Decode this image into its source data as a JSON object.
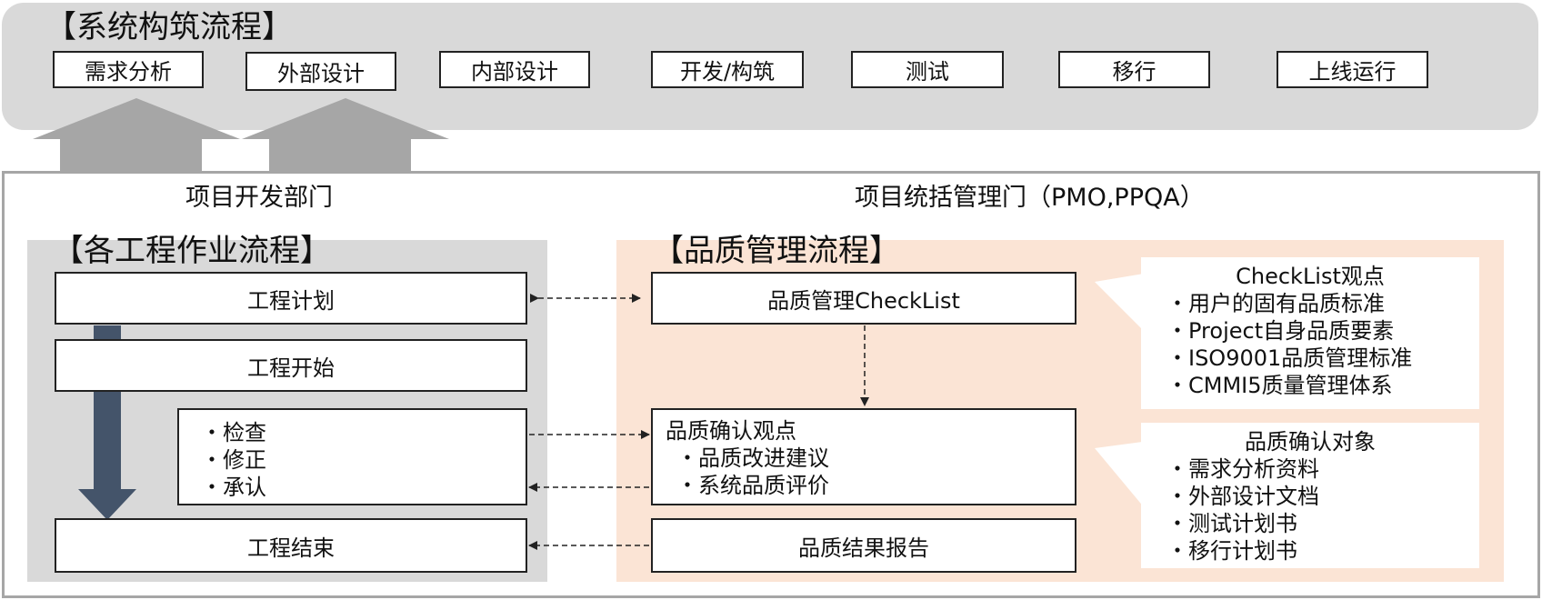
{
  "top": {
    "title": "【系统构筑流程】",
    "stages": [
      "需求分析",
      "外部设计",
      "内部设计",
      "开发/构筑",
      "测试",
      "移行",
      "上线运行"
    ]
  },
  "departments": {
    "dev": "项目开发部门",
    "pmo": "项目统括管理门（PMO,PPQA）"
  },
  "left": {
    "title": "【各工程作业流程】",
    "plan": "工程计划",
    "start": "工程开始",
    "check_items": [
      "・检查",
      "・修正",
      "・承认"
    ],
    "end": "工程结束"
  },
  "right": {
    "title": "【品质管理流程】",
    "checklist": "品质管理CheckList",
    "confirm_title": "品质确认观点",
    "confirm_items": [
      "・品质改进建议",
      "・系统品质评价"
    ],
    "report": "品质结果报告"
  },
  "callouts": {
    "checklist_title": "CheckList观点",
    "checklist_items": [
      "・用户的固有品质标准",
      "・Project自身品质要素",
      "・ISO9001品质管理标准",
      "・CMMI5质量管理体系"
    ],
    "target_title": "品质确认对象",
    "target_items": [
      "・需求分析资料",
      "・外部设计文档",
      "・测试计划书",
      "・移行计划书"
    ]
  },
  "colors": {
    "band_gray": "#d9d9d9",
    "arrow_gray": "#a6a6a6",
    "down_arrow": "#44546a",
    "peach": "#fbe4d5"
  }
}
